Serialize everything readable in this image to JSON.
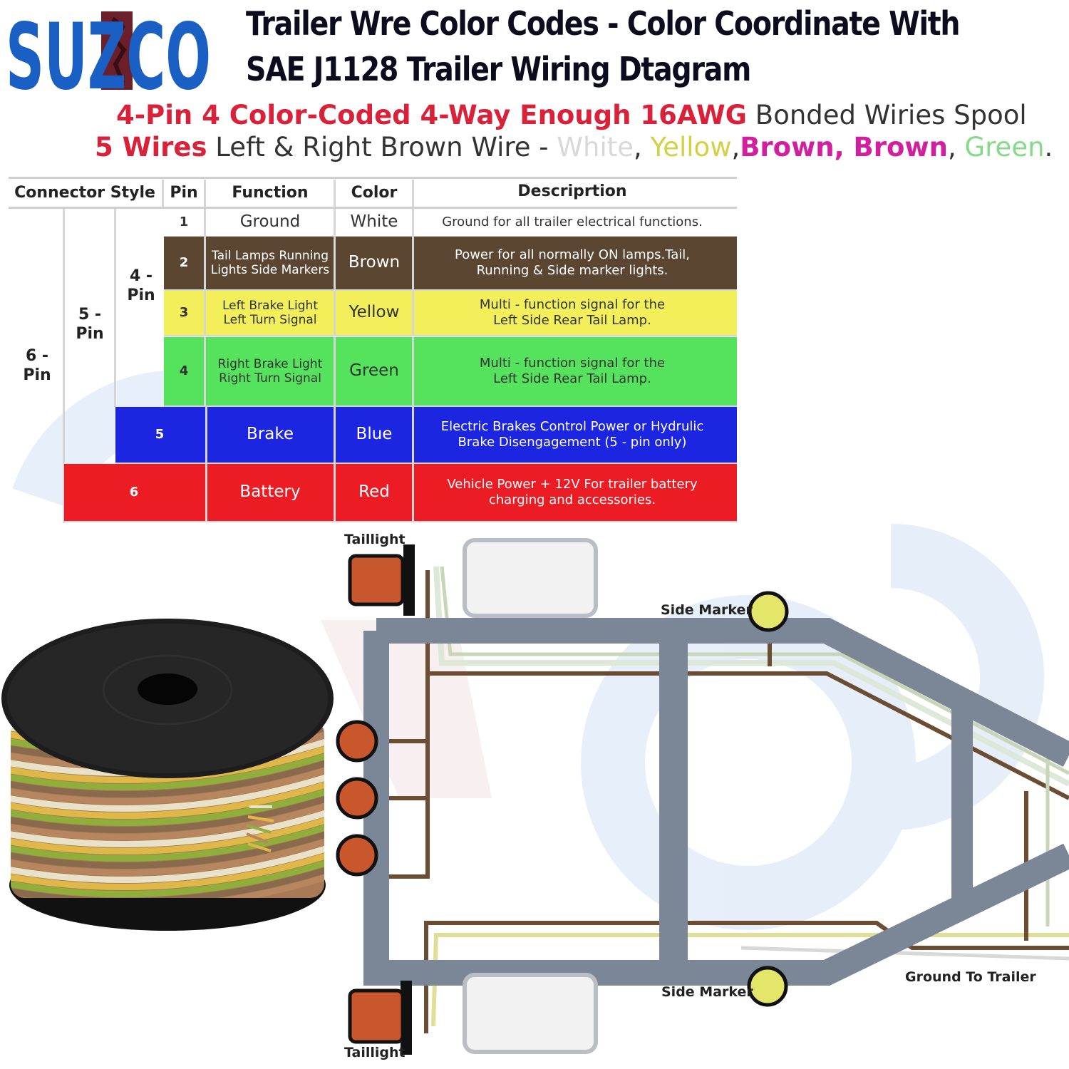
{
  "brand": {
    "logo_text": "SUZCO",
    "color": "#1a5fc4"
  },
  "title": {
    "line1": "Trailer Wre Color Codes - Color Coordinate With",
    "line2": "SAE J1128 Trailer Wiring Dtagram"
  },
  "subtitle1": {
    "highlight": "4-Pin 4 Color-Coded 4-Way Enough 16AWG",
    "rest": " Bonded Wiries Spool"
  },
  "subtitle2": {
    "lead": "5 Wires",
    "mid": " Left & Right Brown Wire - ",
    "white": "White",
    "comma1": ", ",
    "yellow": "Yellow",
    "comma2": ",",
    "brown": "Brown, Brown",
    "comma3": ", ",
    "green": "Green",
    "period": "."
  },
  "table": {
    "headers": {
      "connector_style": "Connector Style",
      "pin": "Pin",
      "function": "Function",
      "color": "Color",
      "description": "Descriprtion"
    },
    "groups": {
      "six_pin": {
        "line1": "6 -",
        "line2": "Pin"
      },
      "five_pin": {
        "line1": "5 -",
        "line2": "Pin"
      },
      "four_pin": {
        "line1": "4 -",
        "line2": "Pin"
      }
    },
    "rows": [
      {
        "pin": "1",
        "function1": "Ground",
        "function2": "",
        "color": "White",
        "desc1": "Ground for all trailer electrical functions.",
        "desc2": "",
        "bg": "#ffffff",
        "text": "#333333"
      },
      {
        "pin": "2",
        "function1": "Tail Lamps Running",
        "function2": "Lights Side Markers",
        "color": "Brown",
        "desc1": "Power for all normally ON lamps.Tail,",
        "desc2": "Running & Side marker lights.",
        "bg": "#5b4632",
        "text": "#ffffff"
      },
      {
        "pin": "3",
        "function1": "Left Brake Light",
        "function2": "Left Turn Signal",
        "color": "Yellow",
        "desc1": "Multi - function signal for the",
        "desc2": "Left Side Rear Tail Lamp.",
        "bg": "#f3ef5a",
        "text": "#333333"
      },
      {
        "pin": "4",
        "function1": "Right Brake Light",
        "function2": "Right Turn Signal",
        "color": "Green",
        "desc1": "Multi - function signal for the",
        "desc2": "Left Side Rear Tail Lamp.",
        "bg": "#55e25c",
        "text": "#333333"
      },
      {
        "pin": "5",
        "function1": "Brake",
        "function2": "",
        "color": "Blue",
        "desc1": "Electric Brakes Control Power or Hydrulic",
        "desc2": "Brake Disengagement (5 - pin only)",
        "bg": "#1c26e0",
        "text": "#ffffff"
      },
      {
        "pin": "6",
        "function1": "Battery",
        "function2": "",
        "color": "Red",
        "desc1": "Vehicle Power + 12V For trailer battery",
        "desc2": "charging and accessories.",
        "bg": "#ec1c24",
        "text": "#ffffff"
      }
    ]
  },
  "diagram": {
    "taillight_top": "Taillight",
    "taillight_bottom": "Taillight",
    "side_marker_top": "Side Marker",
    "side_marker_bottom": "Side Marker",
    "ground": "Ground To Trailer",
    "frame_color": "#7b8696",
    "lamp_color": "#c9572e",
    "marker_color": "#e4e66a"
  }
}
